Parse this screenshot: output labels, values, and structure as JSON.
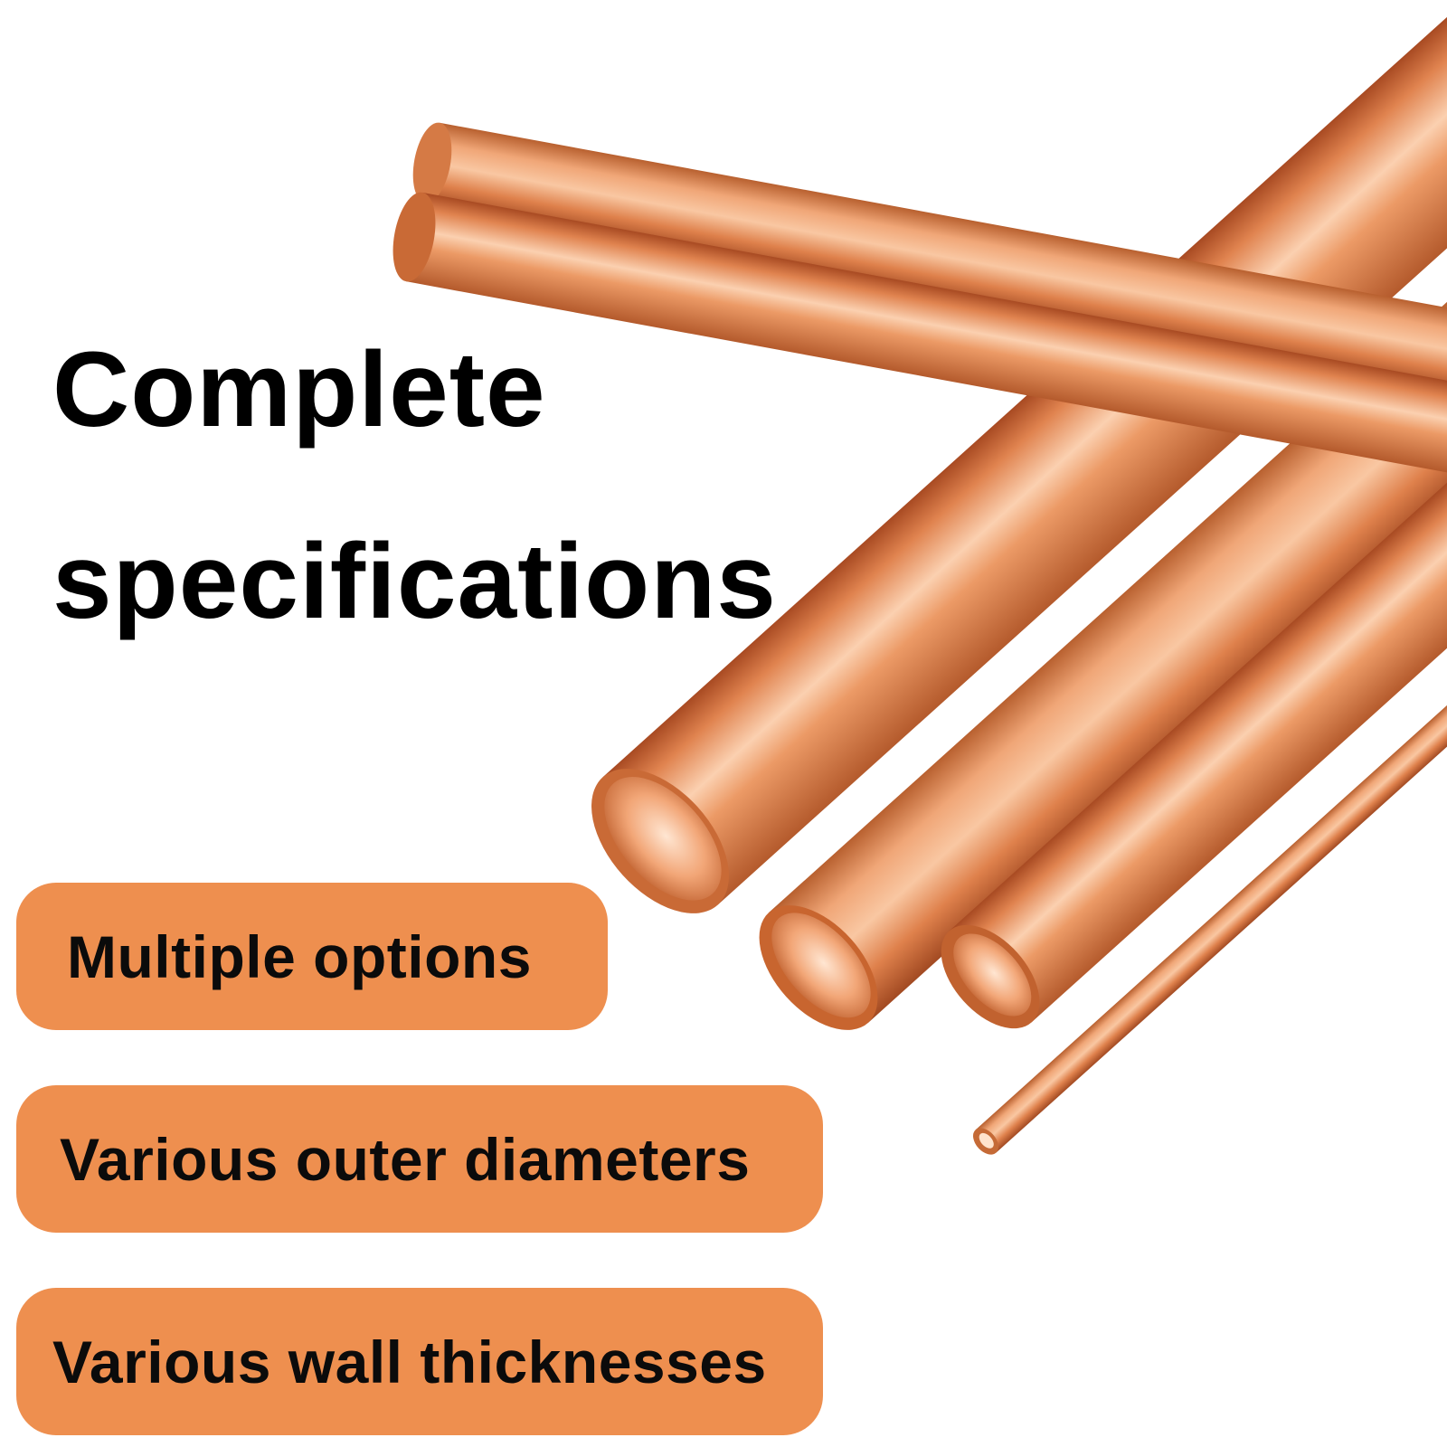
{
  "headline": {
    "line1": "Complete",
    "line2": "specifications"
  },
  "features": [
    {
      "label": "Multiple options"
    },
    {
      "label": "Various outer diameters"
    },
    {
      "label": "Various wall thicknesses"
    }
  ],
  "colors": {
    "background": "#ffffff",
    "pill": "#ee8f4f",
    "text": "#000000",
    "copper_light": "#f6b88e",
    "copper_mid": "#e0834f",
    "copper_dark": "#a84a22"
  }
}
